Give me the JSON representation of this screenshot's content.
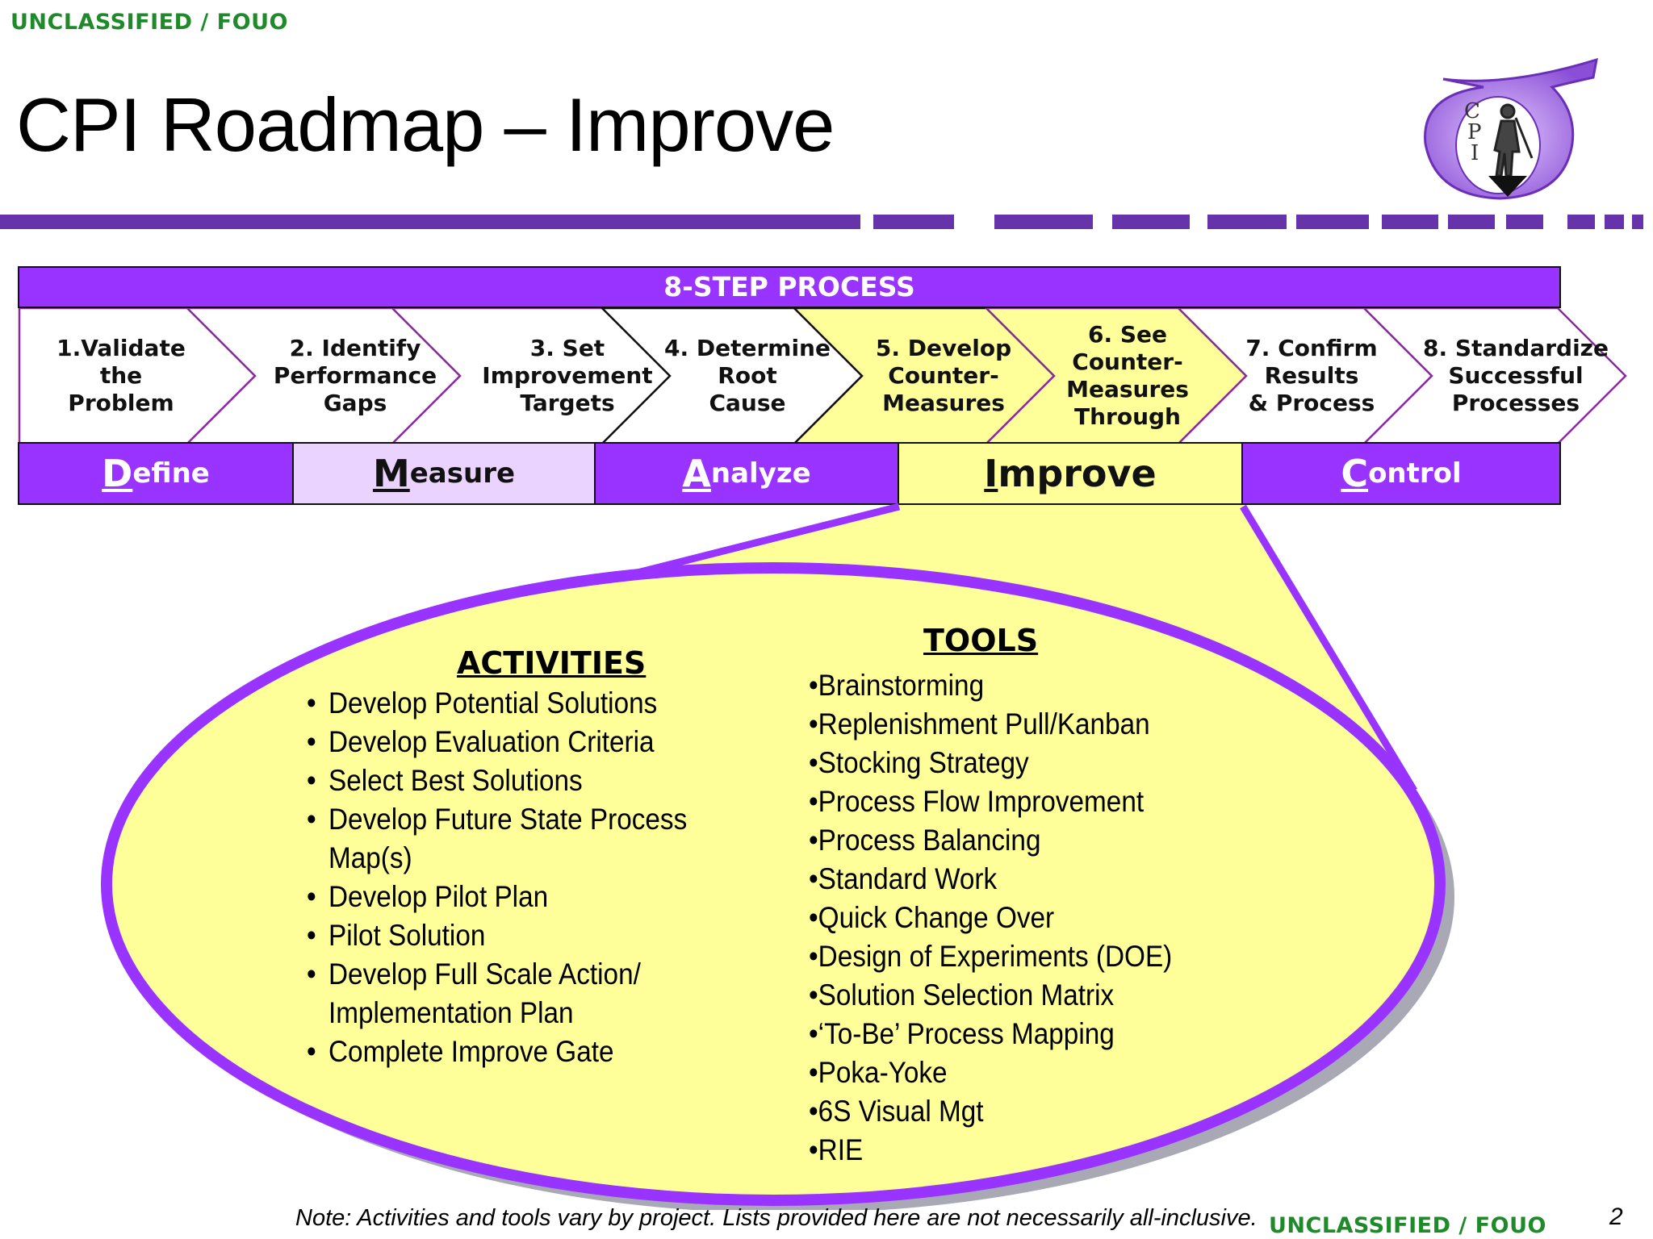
{
  "classification": {
    "top": "UNCLASSIFIED / FOUO",
    "bottom": "UNCLASSIFIED / FOUO"
  },
  "title": "CPI Roadmap – Improve",
  "logo": {
    "letters": [
      "C",
      "P",
      "I"
    ]
  },
  "process_header": "8-STEP PROCESS",
  "steps": [
    "1.Validate\nthe\nProblem",
    "2. Identify\nPerformance\nGaps",
    "3.  Set\nImprovement\nTargets",
    "4. Determine\nRoot\nCause",
    "5. Develop\nCounter-\nMeasures",
    "6. See\nCounter-\nMeasures\nThrough",
    "7. Confirm\nResults\n& Process",
    "8. Standardize\nSuccessful\nProcesses"
  ],
  "phases": [
    {
      "first": "D",
      "rest": "efine"
    },
    {
      "first": "M",
      "rest": "easure"
    },
    {
      "first": "A",
      "rest": "nalyze"
    },
    {
      "first": "I",
      "rest": "mprove"
    },
    {
      "first": "C",
      "rest": "ontrol"
    }
  ],
  "activities": {
    "heading": "ACTIVITIES",
    "items": [
      "Develop Potential Solutions",
      "Develop Evaluation Criteria",
      "Select Best Solutions",
      "Develop Future State Process Map(s)",
      "Develop Pilot Plan",
      "Pilot Solution",
      "Develop Full Scale Action/ Implementation Plan",
      "Complete Improve Gate"
    ]
  },
  "tools": {
    "heading": "TOOLS",
    "items": [
      "Brainstorming",
      "Replenishment Pull/Kanban",
      "Stocking Strategy",
      "Process Flow Improvement",
      "Process Balancing",
      "Standard Work",
      "Quick Change Over",
      "Design of Experiments (DOE)",
      "Solution Selection Matrix",
      "‘To-Be’ Process Mapping",
      "Poka-Yoke",
      "6S Visual Mgt",
      "RIE"
    ]
  },
  "note": "Note:  Activities and tools vary by project.  Lists provided here are not necessarily all-inclusive.",
  "page_number": "2",
  "colors": {
    "purple": "#9933ff",
    "light_purple": "#ead3ff",
    "yellow": "#ffff99",
    "divider": "#6633aa",
    "classification_green": "#1f8a2a"
  }
}
